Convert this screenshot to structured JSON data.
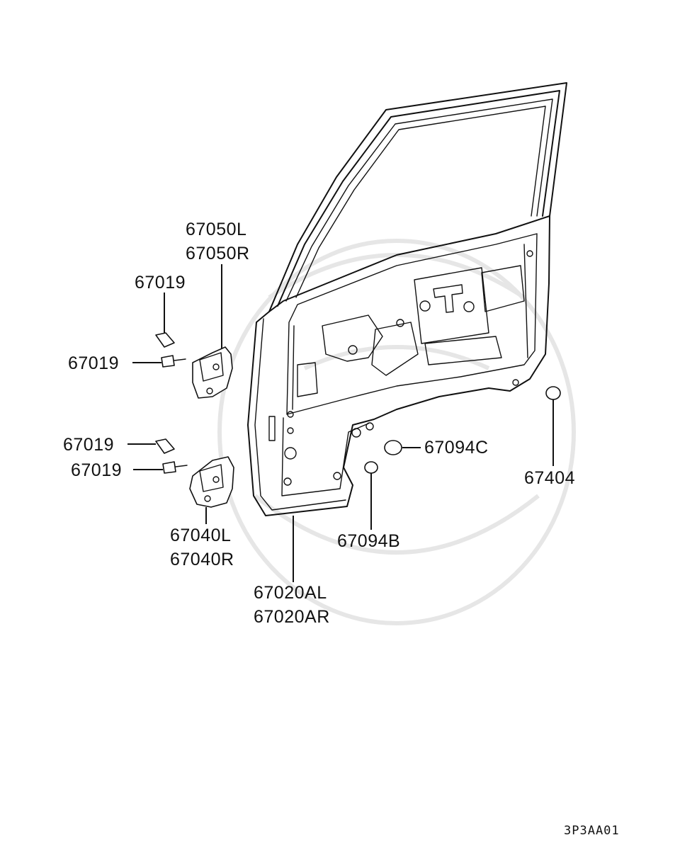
{
  "diagram": {
    "callouts": [
      {
        "id": "hinge-upper",
        "lines": [
          "67050L",
          "67050R"
        ]
      },
      {
        "id": "bolt-1",
        "lines": [
          "67019"
        ]
      },
      {
        "id": "bolt-2",
        "lines": [
          "67019"
        ]
      },
      {
        "id": "bolt-3",
        "lines": [
          "67019"
        ]
      },
      {
        "id": "bolt-4",
        "lines": [
          "67019"
        ]
      },
      {
        "id": "hinge-lower",
        "lines": [
          "67040L",
          "67040R"
        ]
      },
      {
        "id": "door-panel",
        "lines": [
          "67020AL",
          "67020AR"
        ]
      },
      {
        "id": "plug-b",
        "lines": [
          "67094B"
        ]
      },
      {
        "id": "plug-c",
        "lines": [
          "67094C"
        ]
      },
      {
        "id": "plug-404",
        "lines": [
          "67404"
        ]
      }
    ],
    "figure_code": "3P3AA01"
  }
}
